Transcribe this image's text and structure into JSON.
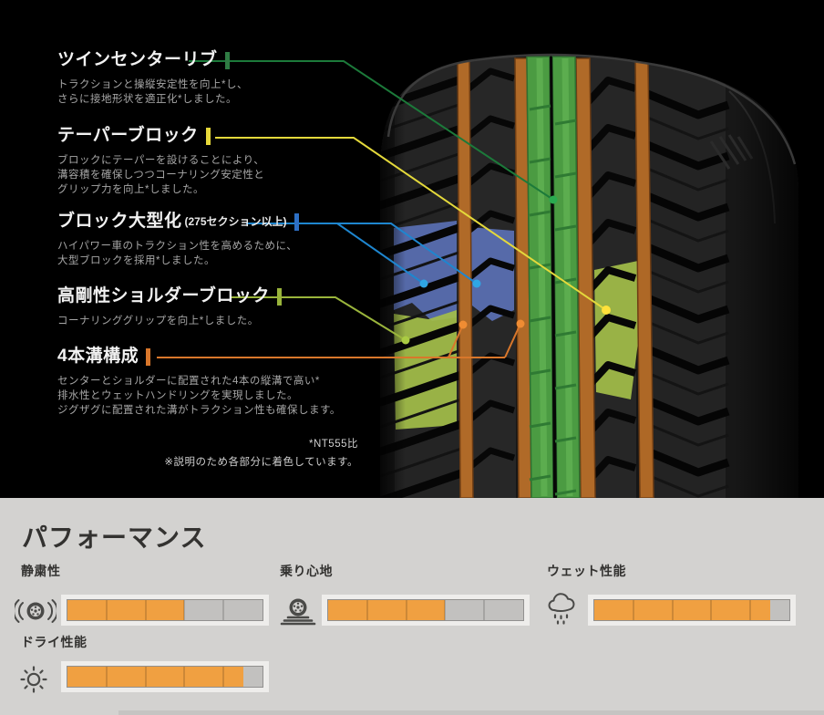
{
  "features": {
    "items": [
      {
        "title": "ツインセンターリブ",
        "title_suffix": "",
        "accent": "#2f7c44",
        "region_color": "#4b9b42",
        "lines": [
          "トラクションと操縦安定性を向上*し、",
          "さらに接地形状を適正化*しました。"
        ]
      },
      {
        "title": "テーパーブロック",
        "title_suffix": "",
        "accent": "#e6d83a",
        "region_color": "#a3bd49",
        "lines": [
          "ブロックにテーパーを設けることにより、",
          "溝容積を確保しつつコーナリング安定性と",
          "グリップ力を向上*しました。"
        ]
      },
      {
        "title": "ブロック大型化",
        "title_suffix": "(275セクション以上)",
        "accent": "#2d6fc4",
        "region_color": "#5a70b4",
        "lines": [
          "ハイパワー車のトラクション性を高めるために、",
          "大型ブロックを採用*しました。"
        ]
      },
      {
        "title": "高剛性ショルダーブロック",
        "title_suffix": "",
        "accent": "#99b43b",
        "region_color": "#a3bd49",
        "lines": [
          "コーナリンググリップを向上*しました。"
        ]
      },
      {
        "title": "4本溝構成",
        "title_suffix": "",
        "accent": "#d9772b",
        "region_color": "#b06a28",
        "lines": [
          "センターとショルダーに配置された4本の縦溝で高い*",
          "排水性とウェットハンドリングを実現しました。",
          "ジグザグに配置された溝がトラクション性も確保します。"
        ]
      }
    ],
    "footnote1": "*NT555比",
    "footnote2": "※説明のため各部分に着色しています。"
  },
  "performance": {
    "title": "パフォーマンス",
    "bar_fill_color": "#f0a041",
    "bar_empty_color": "#c2c1bf",
    "metrics": [
      {
        "label": "静粛性",
        "icon": "noise-icon",
        "value": 3,
        "max": 5
      },
      {
        "label": "乗り心地",
        "icon": "comfort-icon",
        "value": 3,
        "max": 5
      },
      {
        "label": "ウェット性能",
        "icon": "wet-icon",
        "value": 4.5,
        "max": 5
      },
      {
        "label": "ドライ性能",
        "icon": "dry-icon",
        "value": 4.5,
        "max": 5
      }
    ]
  }
}
